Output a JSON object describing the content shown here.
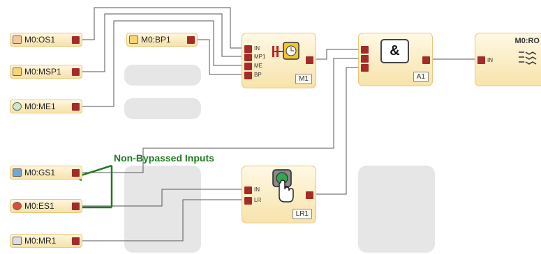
{
  "inputs": {
    "os1": {
      "label": "M0:OS1",
      "icon": "light-curtain-icon"
    },
    "msp1": {
      "label": "M0:MSP1",
      "icon": "mode-selector-icon"
    },
    "me1": {
      "label": "M0:ME1",
      "icon": "mode-switch-icon"
    },
    "bp1": {
      "label": "M0:BP1",
      "icon": "bypass-key-icon"
    },
    "gs1": {
      "label": "M0:GS1",
      "icon": "gate-switch-icon"
    },
    "es1": {
      "label": "M0:ES1",
      "icon": "emergency-stop-icon"
    },
    "mr1": {
      "label": "M0:MR1",
      "icon": "manual-reset-icon"
    }
  },
  "blocks": {
    "m1": {
      "tag": "M1",
      "icon": "muting-timer-icon",
      "ports": [
        "IN",
        "MP1",
        "ME",
        "BP"
      ]
    },
    "a1": {
      "tag": "A1",
      "symbol": "&"
    },
    "lr1": {
      "tag": "LR1",
      "icon": "reset-button-icon",
      "ports": [
        "IN",
        "LR"
      ]
    },
    "output": {
      "title": "M0:RO",
      "port": "IN",
      "icon": "relay-output-icon"
    }
  },
  "annotation": {
    "text": "Non-Bypassed Inputs",
    "color": "#1e7a1e"
  },
  "colors": {
    "port": "#a52a2a",
    "block_fill": "#fbeec5",
    "wire": "#555555"
  }
}
